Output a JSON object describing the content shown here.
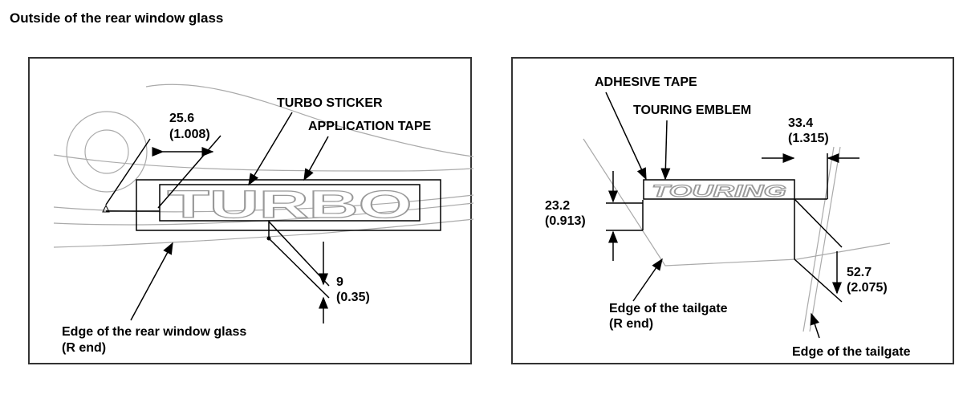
{
  "heading": "Outside of the rear window glass",
  "left_panel": {
    "labels": {
      "turbo_sticker": "TURBO STICKER",
      "application_tape": "APPLICATION TAPE",
      "dim_width_mm": "25.6",
      "dim_width_in": "(1.008)",
      "dim_gap_mm": "9",
      "dim_gap_in": "(0.35)",
      "edge_line1": "Edge of the rear window glass",
      "edge_line2": "(R end)"
    },
    "sticker_text": "TURBO"
  },
  "right_panel": {
    "labels": {
      "adhesive_tape": "ADHESIVE TAPE",
      "touring_emblem": "TOURING EMBLEM",
      "dim_width_mm": "33.4",
      "dim_width_in": "(1.315)",
      "dim_height_mm": "23.2",
      "dim_height_in": "(0.913)",
      "dim_drop_mm": "52.7",
      "dim_drop_in": "(2.075)",
      "tailgate_r_line1": "Edge of the tailgate",
      "tailgate_r_line2": "(R end)",
      "tailgate_edge": "Edge of the tailgate"
    },
    "emblem_text": "TOURING"
  }
}
